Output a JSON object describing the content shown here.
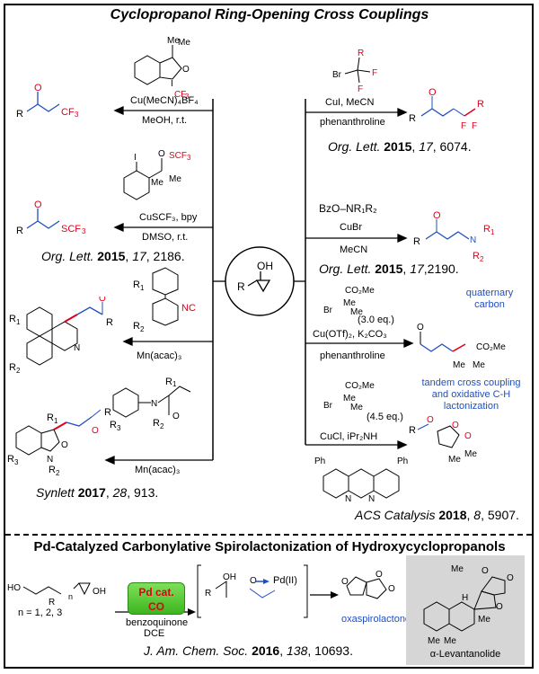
{
  "title": "Cyclopropanol Ring-Opening Cross Couplings",
  "left": {
    "r1": {
      "cond1": "Cu(MeCN)₄BF₄",
      "cond2": "MeOH, r.t.",
      "reagent_group": "CF₃",
      "product_group": "CF₃",
      "product_R": "R"
    },
    "r2": {
      "cond1": "CuSCF₃, bpy",
      "cond2": "DMSO, r.t.",
      "reagent_group": "SCF₃",
      "product_group": "SCF₃",
      "ref_journal": "Org. Lett.",
      "ref_year": "2015",
      "ref_vol": "17",
      "ref_page": ", 2186."
    },
    "r3": {
      "cond": "Mn(acac)₃",
      "NC": "NC",
      "R1": "R₁",
      "R2": "R₂"
    },
    "r4": {
      "cond": "Mn(acac)₃",
      "ref_journal": "Synlett",
      "ref_year": "2017",
      "ref_vol": "28",
      "ref_page": ", 913."
    }
  },
  "right": {
    "r1": {
      "cond1": "CuI, MeCN",
      "cond2": "phenanthroline",
      "reagent": "Br",
      "ref_journal": "Org. Lett.",
      "ref_year": "2015",
      "ref_vol": "17",
      "ref_page": ", 6074."
    },
    "r2": {
      "reagent": "BzO–NR₁R₂",
      "cond1": "CuBr",
      "cond2": "MeCN",
      "ref_journal": "Org. Lett.",
      "ref_year": "2015",
      "ref_vol": "17",
      "ref_page": ",2190."
    },
    "r3": {
      "eq": "(3.0 eq.)",
      "cond1": "Cu(OTf)₂, K₂CO₃",
      "cond2": "phenanthroline",
      "note": "quaternary carbon",
      "group": "CO₂Me"
    },
    "r4": {
      "eq": "(4.5 eq.)",
      "cond1": "CuCl, iPr₂NH",
      "note": "tandem cross coupling and oxidative C-H lactonization",
      "ref_journal": "ACS Catalysis",
      "ref_year": "2018",
      "ref_vol": "8",
      "ref_page": ", 5907."
    }
  },
  "center": {
    "label": "OH",
    "R": "R"
  },
  "bottom": {
    "title": "Pd-Catalyzed Carbonylative Spirolactonization of Hydroxycyclopropanols",
    "catalyst_line1": "Pd cat.",
    "catalyst_line2": "CO",
    "cond1": "benzoquinone",
    "cond2": "DCE",
    "n_values": "n = 1, 2, 3",
    "intermediate_metal": "Pd(II)",
    "product_label": "oxaspirolactone",
    "natural_product": "α-Levantanolide",
    "ref_journal": "J. Am. Chem. Soc.",
    "ref_year": "2016",
    "ref_vol": "138",
    "ref_page": ", 10693."
  },
  "colors": {
    "blue": "#1f4fbf",
    "red": "#e0001b",
    "green": "#3cb51e"
  }
}
